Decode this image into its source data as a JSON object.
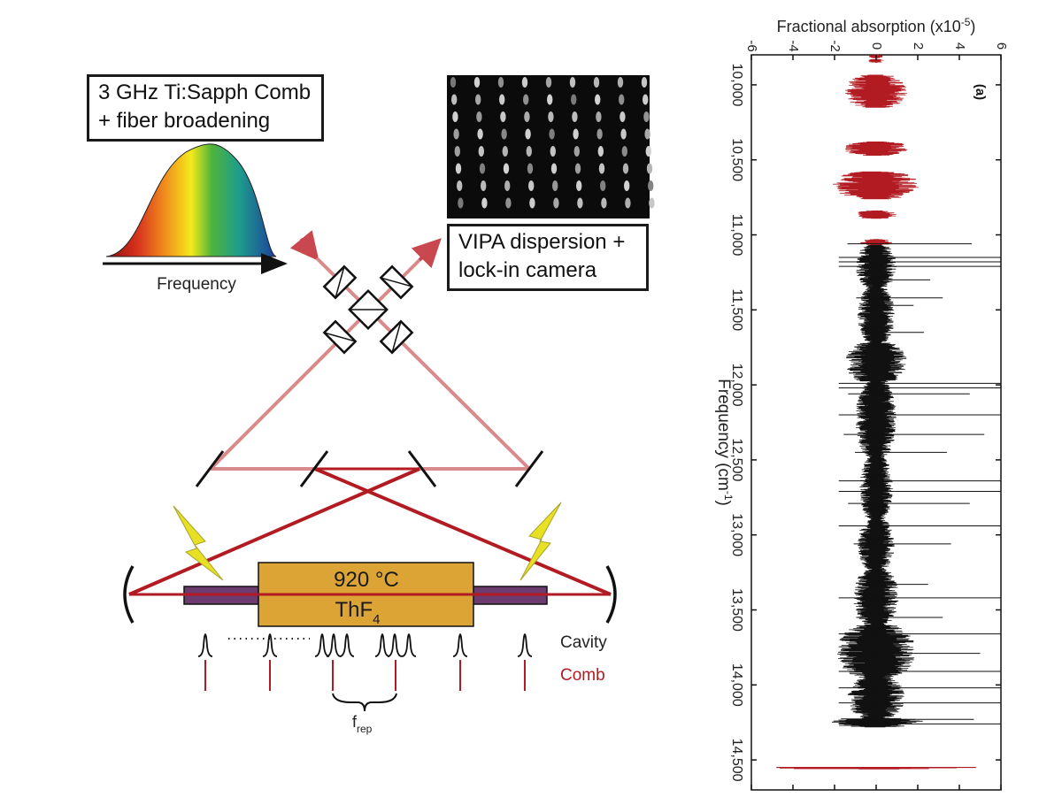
{
  "setup": {
    "comb_box": {
      "line1": "3 GHz Ti:Sapph Comb",
      "line2": "+ fiber broadening"
    },
    "spectrum_axis_label": "Frequency",
    "camera_box": {
      "line1": "VIPA dispersion +",
      "line2": "lock-in camera"
    },
    "oven": {
      "temperature": "920 °C",
      "sample": "ThF",
      "sample_subscript": "4"
    },
    "legend": {
      "cavity": "Cavity",
      "comb": "Comb"
    },
    "frep": {
      "main": "f",
      "subscript": "rep"
    },
    "colors": {
      "beam_light": "#d98a8a",
      "beam_dark": "#b31b22",
      "oven": "#dca335",
      "tube": "#6b3a6e",
      "lightning": "#e8e024",
      "comb_label": "#b31b22"
    },
    "icons": [
      "lightning-icon",
      "mirror-icon",
      "prism-icon",
      "camera-image"
    ]
  },
  "chart_data": {
    "type": "line",
    "title": "",
    "xlabel": "Fractional absorption (x10-5)",
    "xlabel_main": "Fractional absorption (x10",
    "xlabel_sup": "-5",
    "xlabel_end": ")",
    "ylabel": "Frequency (cm-1)",
    "ylabel_main": "Frequency (cm",
    "ylabel_sup": "-1",
    "ylabel_end": ")",
    "panel_label": "(a)",
    "xlim": [
      -6,
      6
    ],
    "ylim": [
      9800,
      14700
    ],
    "x_ticks": [
      -6,
      -4,
      -2,
      0,
      2,
      4,
      6
    ],
    "x_tick_labels": [
      "-6",
      "-4",
      "-2",
      "0",
      "2",
      "4",
      "6"
    ],
    "y_ticks": [
      10000,
      10500,
      11000,
      11500,
      12000,
      12500,
      13000,
      13500,
      14000,
      14500
    ],
    "y_tick_labels": [
      "10,000",
      "10,500",
      "11,000",
      "11,500",
      "12,000",
      "12,500",
      "13,000",
      "13,500",
      "14,000",
      "14,500"
    ],
    "orientation": "rotated-frequency-vertical",
    "series": [
      {
        "color": "#b31b22",
        "bands": [
          [
            9800,
            9820,
            0.4
          ],
          [
            9830,
            9850,
            0.4
          ],
          [
            9935,
            10150,
            1.5
          ],
          [
            10380,
            10470,
            1.6
          ],
          [
            10580,
            10760,
            2.1
          ],
          [
            10840,
            10890,
            1.0
          ],
          [
            11030,
            11070,
            0.8
          ],
          [
            14550,
            14560,
            4.8
          ]
        ]
      },
      {
        "color": "#111111",
        "bands": [
          [
            11070,
            11350,
            1.0
          ],
          [
            11350,
            11720,
            0.9
          ],
          [
            11720,
            11980,
            1.5
          ],
          [
            11980,
            12480,
            1.0
          ],
          [
            12480,
            12900,
            0.8
          ],
          [
            12900,
            13230,
            0.9
          ],
          [
            13230,
            13600,
            1.1
          ],
          [
            13600,
            13950,
            1.9
          ],
          [
            13950,
            14220,
            1.4
          ],
          [
            14220,
            14280,
            2.3
          ]
        ]
      }
    ],
    "spikes": [
      {
        "f": 11060,
        "a": 4.6,
        "c": "#111111"
      },
      {
        "f": 11150,
        "a": 6,
        "c": "#111111"
      },
      {
        "f": 11180,
        "a": 6,
        "c": "#111111"
      },
      {
        "f": 11210,
        "a": 6,
        "c": "#111111"
      },
      {
        "f": 11300,
        "a": 2.6,
        "c": "#111111"
      },
      {
        "f": 11420,
        "a": 3.2,
        "c": "#111111"
      },
      {
        "f": 11470,
        "a": 1.8,
        "c": "#111111"
      },
      {
        "f": 11650,
        "a": 2.3,
        "c": "#111111"
      },
      {
        "f": 11990,
        "a": 6,
        "c": "#111111"
      },
      {
        "f": 12020,
        "a": 6,
        "c": "#111111"
      },
      {
        "f": 12060,
        "a": 4.5,
        "c": "#111111"
      },
      {
        "f": 12200,
        "a": 6,
        "c": "#111111"
      },
      {
        "f": 12330,
        "a": 5.2,
        "c": "#111111"
      },
      {
        "f": 12450,
        "a": 3.4,
        "c": "#111111"
      },
      {
        "f": 12640,
        "a": 6,
        "c": "#111111"
      },
      {
        "f": 12710,
        "a": 6,
        "c": "#111111"
      },
      {
        "f": 12790,
        "a": 4.5,
        "c": "#111111"
      },
      {
        "f": 12940,
        "a": 6,
        "c": "#111111"
      },
      {
        "f": 13060,
        "a": 3.6,
        "c": "#111111"
      },
      {
        "f": 13330,
        "a": 2.5,
        "c": "#111111"
      },
      {
        "f": 13420,
        "a": 6,
        "c": "#111111"
      },
      {
        "f": 13550,
        "a": 3.2,
        "c": "#111111"
      },
      {
        "f": 13660,
        "a": 6,
        "c": "#111111"
      },
      {
        "f": 13790,
        "a": 5.0,
        "c": "#111111"
      },
      {
        "f": 13910,
        "a": 6,
        "c": "#111111"
      },
      {
        "f": 14020,
        "a": 6,
        "c": "#111111"
      },
      {
        "f": 14120,
        "a": 6,
        "c": "#111111"
      },
      {
        "f": 14230,
        "a": 4.7,
        "c": "#111111"
      },
      {
        "f": 14260,
        "a": 6,
        "c": "#111111"
      }
    ]
  }
}
